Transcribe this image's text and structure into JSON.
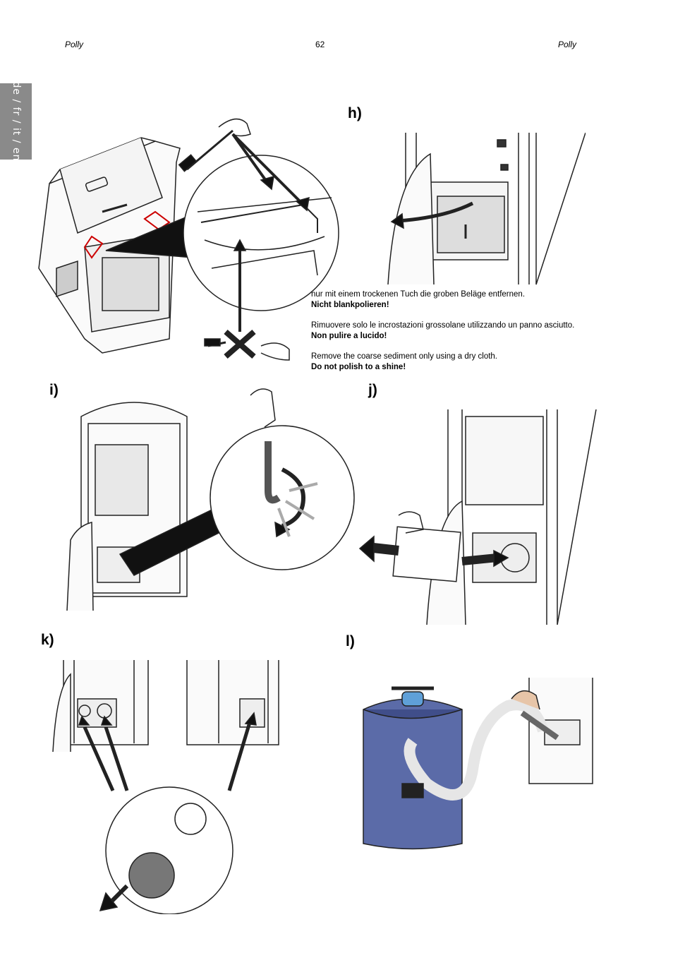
{
  "header": {
    "left": "Polly",
    "page_number": "62",
    "right": "Polly"
  },
  "side_tab": {
    "text": "de / fr / it / en"
  },
  "panels": {
    "h": "h)",
    "i": "i)",
    "j": "j)",
    "k": "k)",
    "l": "l)"
  },
  "instructions": {
    "de": {
      "line": "nur mit einem trockenen Tuch die groben Beläge entfernen.",
      "warning": "Nicht blankpolieren!"
    },
    "it": {
      "line": "Rimuovere solo le incrostazioni grossolane utilizzando un panno asciutto.",
      "warning": "Non pulire a lucido!"
    },
    "en": {
      "line": "Remove the coarse sediment only using a dry cloth.",
      "warning": "Do not polish to a shine!"
    }
  }
}
